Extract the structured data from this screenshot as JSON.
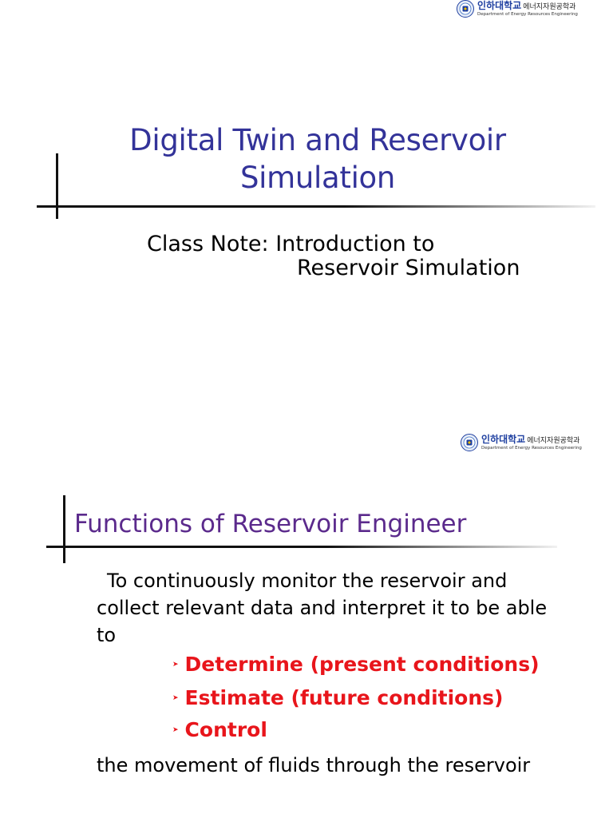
{
  "logo": {
    "university": "인하대학교",
    "department": "에너지자원공학과",
    "department_en": "Department of Energy Resources Engineering"
  },
  "slide1": {
    "title_line1": "Digital Twin and Reservoir",
    "title_line2": "Simulation",
    "subtitle_line1": "Class Note: Introduction to",
    "subtitle_line2": "Reservoir Simulation"
  },
  "slide2": {
    "title": "Functions of Reservoir Engineer",
    "intro_line1": "To continuously monitor the reservoir and",
    "intro_line2": "collect relevant data and interpret it to be able",
    "intro_line3": "to",
    "bullets": [
      "Determine (present conditions)",
      "Estimate (future conditions)",
      "Control"
    ],
    "closing": "the movement of fluids through the reservoir"
  },
  "colors": {
    "title_blue": "#333399",
    "title_purple": "#5b2a8c",
    "bullet_red": "#e8151b",
    "logo_blue": "#1e3fa0"
  }
}
